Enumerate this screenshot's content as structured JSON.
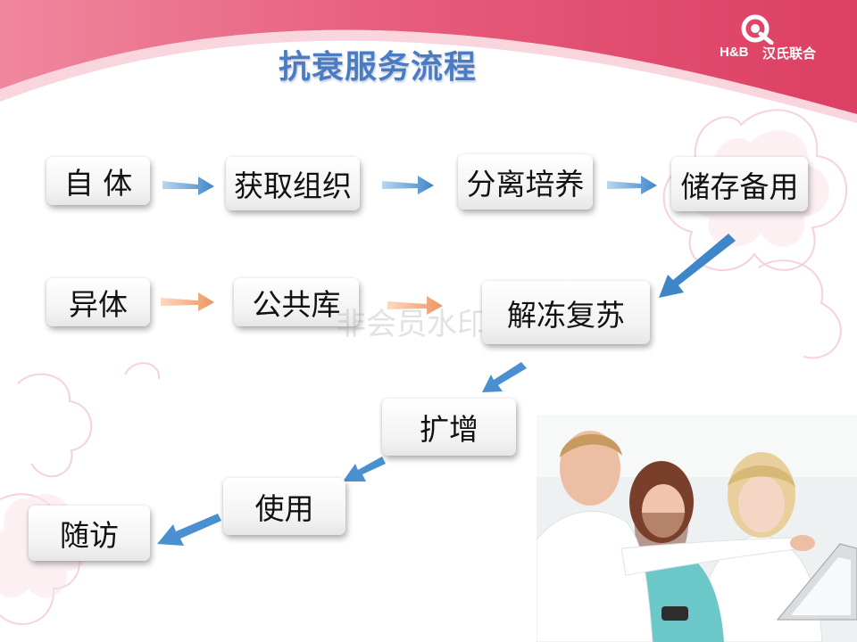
{
  "title": "抗衰服务流程",
  "logo": {
    "mark_text": "H&B",
    "brand_cn": "汉氏联合"
  },
  "watermark": "非会员水印",
  "steps": {
    "autologous": "自  体",
    "obtain_tissue": "获取组织",
    "separate_culture": "分离培养",
    "storage": "储存备用",
    "allogeneic": "异体",
    "public_bank": "公共库",
    "thaw_revive": "解冻复苏",
    "expand": "扩增",
    "use": "使用",
    "follow_up": "随访"
  },
  "colors": {
    "banner": "#e0486b",
    "title": "#4a7cc4",
    "arrow_blue": "#4a90d0",
    "arrow_orange": "#f0a070",
    "box_text": "#111111"
  },
  "photo": {
    "description_icon": "team-photo"
  }
}
